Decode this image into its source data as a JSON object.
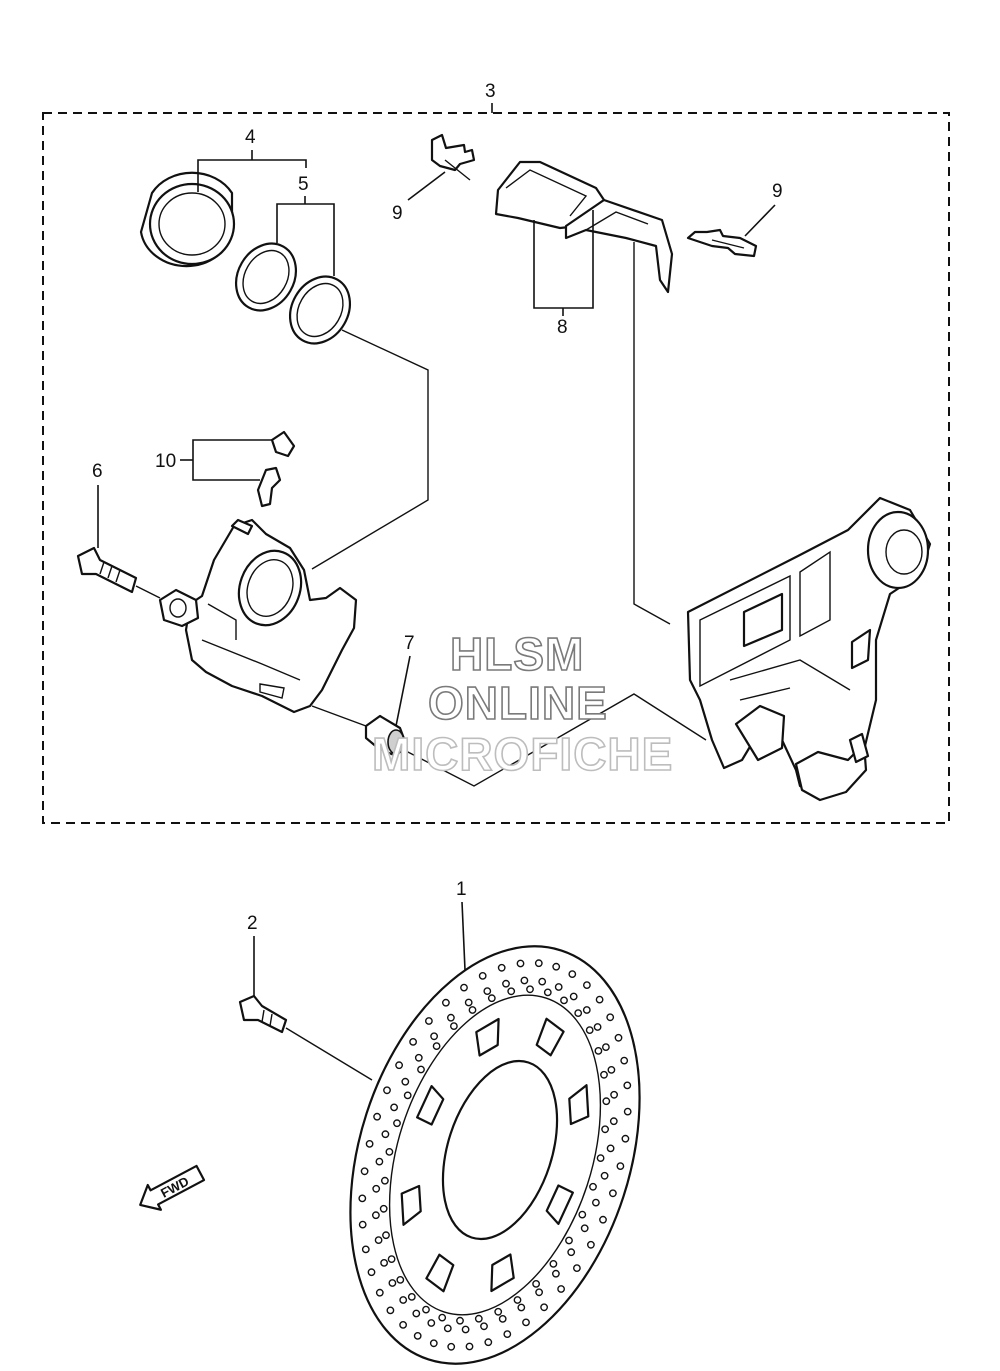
{
  "callouts": {
    "c1": "1",
    "c2": "2",
    "c3": "3",
    "c4": "4",
    "c5": "5",
    "c6": "6",
    "c7": "7",
    "c8": "8",
    "c9a": "9",
    "c9b": "9",
    "c10": "10"
  },
  "watermark": {
    "line1": "HLSM",
    "line2": "ONLINE",
    "line3": "MICROFICHE"
  },
  "direction_arrow": {
    "label": "FWD"
  },
  "colors": {
    "line": "#111111",
    "background": "#ffffff",
    "watermark_stroke": "#7a7a7a"
  }
}
